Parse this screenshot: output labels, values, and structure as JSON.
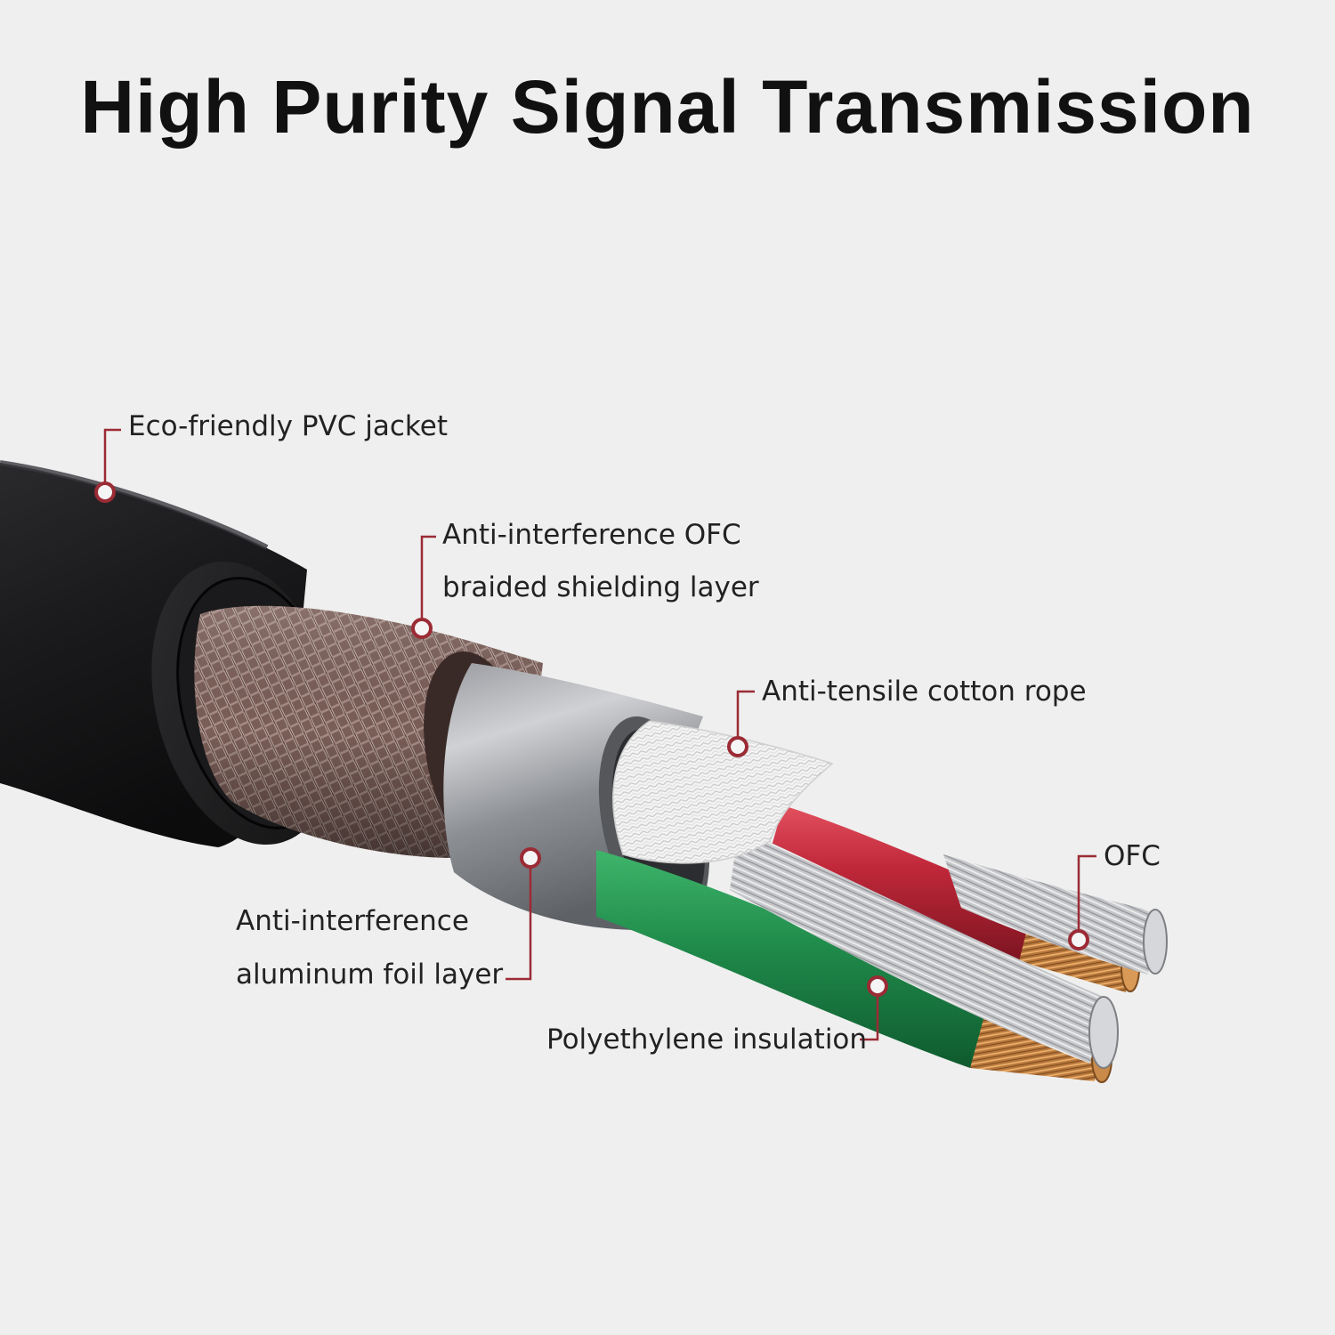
{
  "title": "High Purity Signal Transmission",
  "colors": {
    "background": "#efefef",
    "leader_line": "#9b2b35",
    "jacket": "#1c1c1e",
    "braid": "#8a6e66",
    "foil": "#a4a6ab",
    "cotton_rope": "#f2f2f2",
    "red_insulation": "#c0283a",
    "green_insulation": "#1f8a4a",
    "copper": "#c98a4a",
    "tinned_strands": "#cfd0d2"
  },
  "callouts": {
    "jacket": "Eco-friendly PVC jacket",
    "braid_line1": "Anti-interference OFC",
    "braid_line2": "braided shielding layer",
    "rope": "Anti-tensile cotton rope",
    "ofc": "OFC",
    "foil_line1": "Anti-interference",
    "foil_line2": "aluminum foil layer",
    "insulation": "Polyethylene insulation"
  }
}
